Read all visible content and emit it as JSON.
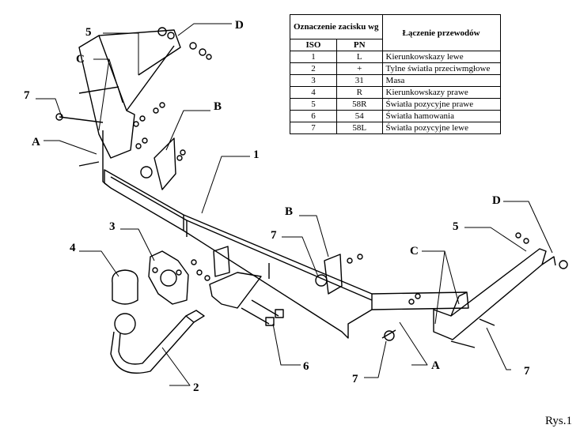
{
  "table": {
    "header_clamp": "Oznaczenie zacisku wg",
    "header_connection": "Łączenie przewodów",
    "col_iso": "ISO",
    "col_pn": "PN",
    "rows": [
      {
        "iso": "1",
        "pn": "L",
        "desc": "Kierunkowskazy lewe"
      },
      {
        "iso": "2",
        "pn": "+",
        "desc": "Tylne światła przeciwmgłowe"
      },
      {
        "iso": "3",
        "pn": "31",
        "desc": "Masa"
      },
      {
        "iso": "4",
        "pn": "R",
        "desc": "Kierunkowskazy prawe"
      },
      {
        "iso": "5",
        "pn": "58R",
        "desc": "Światła pozycyjne prawe"
      },
      {
        "iso": "6",
        "pn": "54",
        "desc": "Światła hamowania"
      },
      {
        "iso": "7",
        "pn": "58L",
        "desc": "Światła pozycyjne lewe"
      }
    ]
  },
  "labels": {
    "D_top": "D",
    "five_top": "5",
    "C_top": "C",
    "seven_left": "7",
    "B_top": "B",
    "A_left": "A",
    "one": "1",
    "B_mid": "B",
    "seven_mid": "7",
    "three": "3",
    "four": "4",
    "two": "2",
    "six": "6",
    "seven_bottom": "7",
    "A_bottom": "A",
    "C_right": "C",
    "five_right": "5",
    "D_right": "D",
    "seven_right": "7"
  },
  "caption": "Rys.1"
}
